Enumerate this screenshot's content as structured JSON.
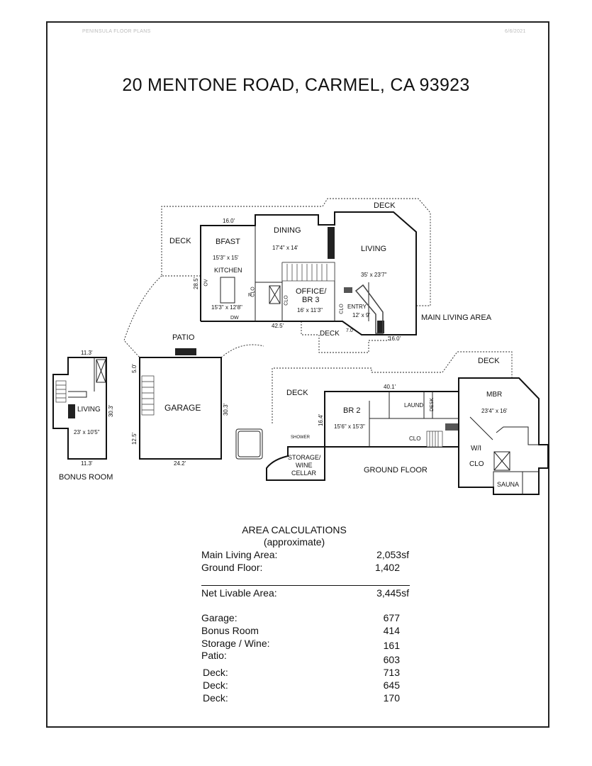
{
  "header": {
    "company": "PENINSULA FLOOR PLANS",
    "date": "6/6/2021"
  },
  "title": "20 MENTONE ROAD, CARMEL, CA  93923",
  "main_level": {
    "section_label": "MAIN LIVING AREA",
    "rooms": {
      "deck_left": "DECK",
      "deck_top": "DECK",
      "deck_bottom": "DECK",
      "bfast": "BFAST",
      "bfast_size": "15'3\" x 15'",
      "kitchen": "KITCHEN",
      "kitchen_size": "15'3\" x 12'8\"",
      "dining": "DINING",
      "dining_size": "17'4\" x 14'",
      "living": "LIVING",
      "living_size": "35' x 23'7\"",
      "office": "OFFICE/",
      "office2": "BR 3",
      "office_size": "16' x 11'3\"",
      "entry": "ENTRY",
      "entry_size": "12' x 9'",
      "patio": "PATIO"
    },
    "fixtures": {
      "clo": "CLO",
      "ov": "OV",
      "r": "R",
      "dw": "DW"
    },
    "dims": {
      "top": "16.0'",
      "left": "28.5'",
      "bottom": "42.5'",
      "right_bottom": "16.0'",
      "door": "7.0'"
    }
  },
  "ground_floor": {
    "section_label": "GROUND FLOOR",
    "rooms": {
      "deck_left": "DECK",
      "deck_right": "DECK",
      "br2": "BR 2",
      "br2_size": "15'6\" x 15'3\"",
      "laund": "LAUND",
      "desk": "DESK",
      "clo": "CLO",
      "mbr": "MBR",
      "mbr_size": "23'4\" x 16'",
      "wi": "W/I",
      "wi2": "CLO",
      "sauna": "SAUNA",
      "shower": "SHOWER",
      "storage": "STORAGE/",
      "storage2": "WINE",
      "storage3": "CELLAR"
    },
    "dims": {
      "top": "40.1'",
      "left": "16.4'"
    }
  },
  "bonus_room": {
    "section_label": "BONUS ROOM",
    "living": "LIVING",
    "living_size": "23' x 10'5\"",
    "dims": {
      "top": "11.3'",
      "bottom": "11.3'",
      "right": "30.3'"
    }
  },
  "garage": {
    "label": "GARAGE",
    "dims": {
      "left_top": "5.0'",
      "left_bottom": "12.5'",
      "right": "30.3'",
      "bottom": "24.2'"
    }
  },
  "area_calculations": {
    "title": "AREA CALCULATIONS",
    "subtitle": "(approximate)",
    "living_rows": [
      {
        "label": "Main Living Area:",
        "value": "2,053sf"
      },
      {
        "label": "Ground Floor:",
        "value": "1,402"
      }
    ],
    "net": {
      "label": "Net Livable Area:",
      "value": "3,445sf"
    },
    "other_rows": [
      {
        "label": "Garage:",
        "value": "677"
      },
      {
        "label": "Bonus Room",
        "value": "414"
      },
      {
        "label": "Storage / Wine:",
        "value": "161"
      },
      {
        "label": "Patio:",
        "value": "603"
      },
      {
        "label": "Deck:",
        "value": "713"
      },
      {
        "label": "Deck:",
        "value": "645"
      },
      {
        "label": "Deck:",
        "value": "170"
      }
    ]
  }
}
